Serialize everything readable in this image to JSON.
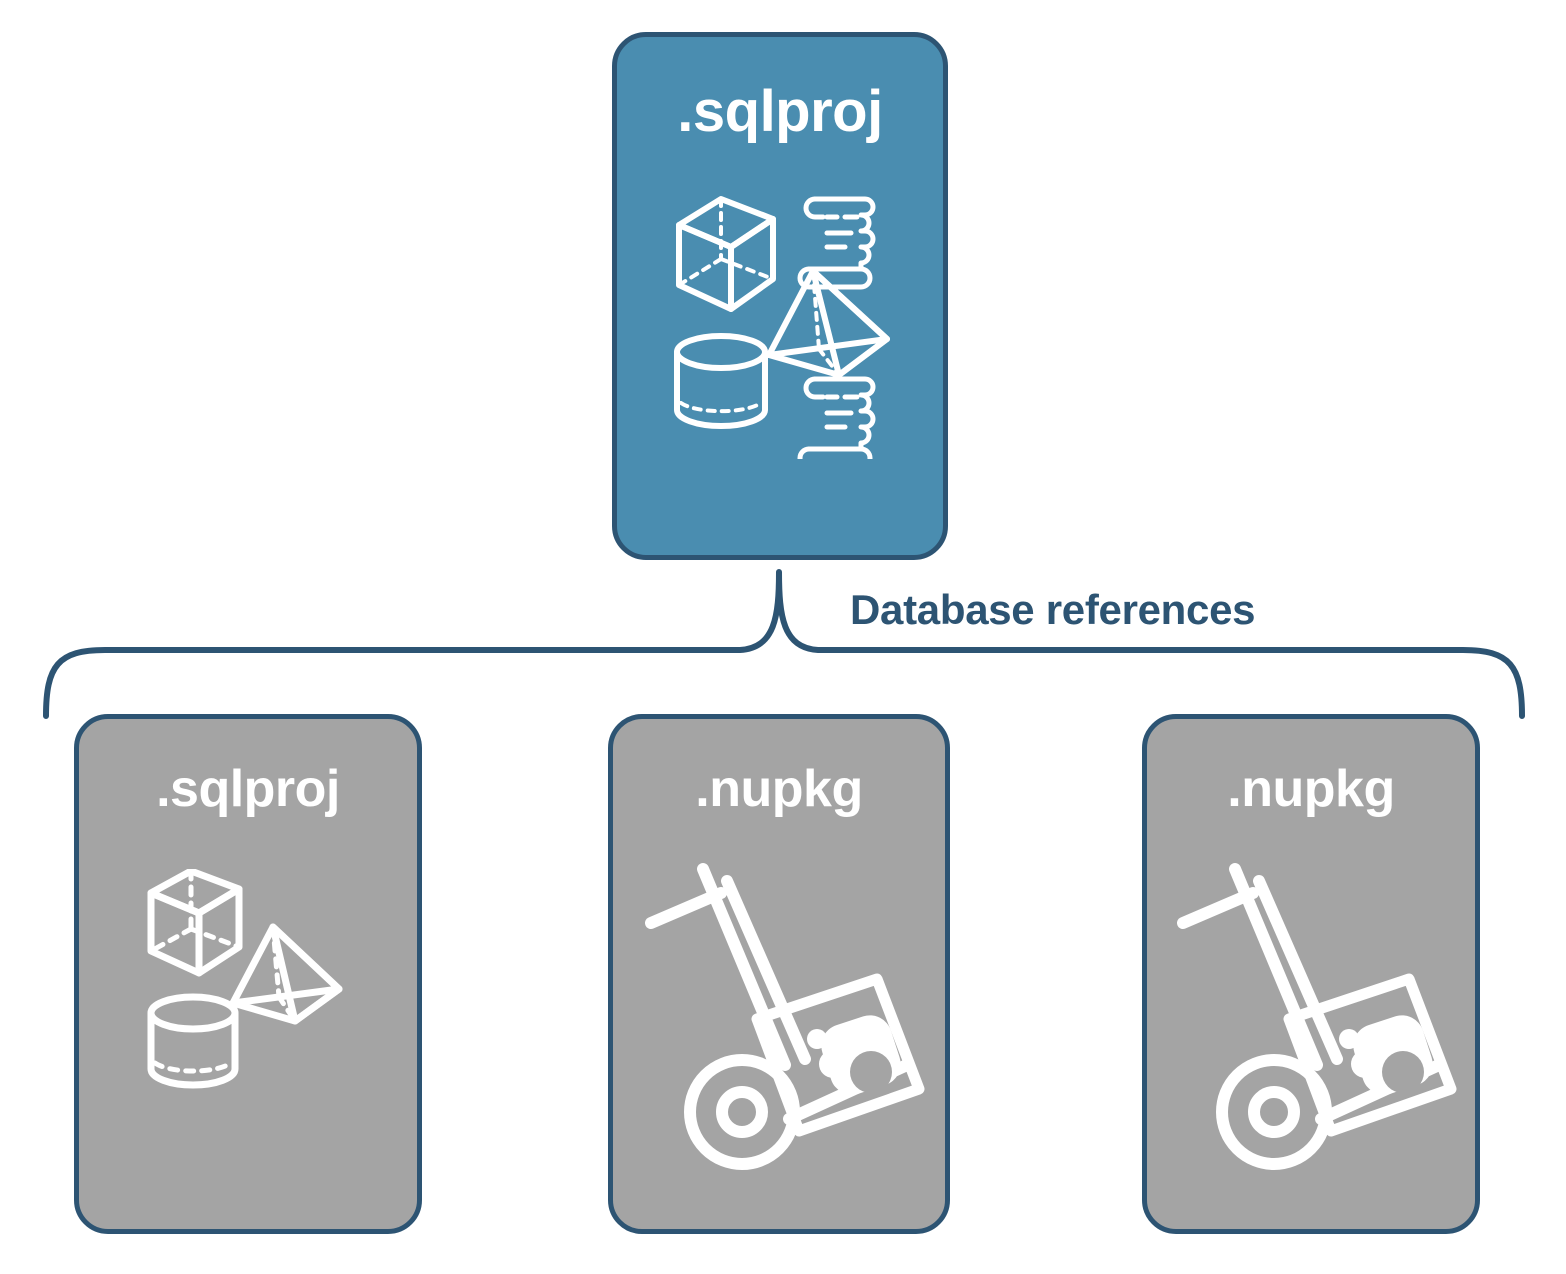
{
  "diagram": {
    "title": "sqlproj database references",
    "colors": {
      "node_blue_fill": "#4a8db0",
      "node_gray_fill": "#a4a4a4",
      "node_border": "#2d5473",
      "label_text": "#ffffff",
      "bracket_line": "#2d5473",
      "bracket_label_text": "#2d5473",
      "background": "#ffffff"
    },
    "root_node": {
      "label": ".sqlproj",
      "fill": "blue",
      "icons": [
        "cube-icon",
        "scroll-icon",
        "pyramid-icon",
        "cylinder-icon",
        "scroll-icon"
      ]
    },
    "connector": {
      "label": "Database references",
      "style": "curly-bracket"
    },
    "child_nodes": [
      {
        "label": ".sqlproj",
        "fill": "gray",
        "icons": [
          "cube-icon",
          "pyramid-icon",
          "cylinder-icon"
        ]
      },
      {
        "label": ".nupkg",
        "fill": "gray",
        "icons": [
          "hand-truck-package-icon"
        ]
      },
      {
        "label": ".nupkg",
        "fill": "gray",
        "icons": [
          "hand-truck-package-icon"
        ]
      }
    ]
  }
}
